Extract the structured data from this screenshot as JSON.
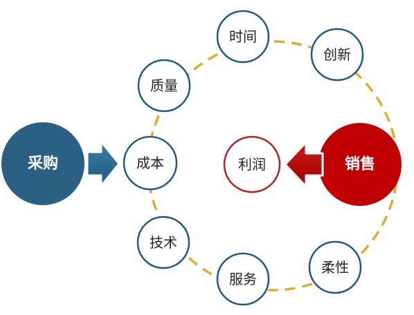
{
  "diagram": {
    "procurement": {
      "label": "采购",
      "color": "#2b5f83"
    },
    "sales": {
      "label": "销售",
      "color": "#c00000"
    },
    "profit": {
      "label": "利润",
      "border_color": "#b22222"
    },
    "ring_color": "#e0ab2c",
    "node_border_color": "#1e5a7e",
    "factors": [
      {
        "label": "成本"
      },
      {
        "label": "质量"
      },
      {
        "label": "时间"
      },
      {
        "label": "创新"
      },
      {
        "label": "技术"
      },
      {
        "label": "服务"
      },
      {
        "label": "柔性"
      }
    ]
  }
}
